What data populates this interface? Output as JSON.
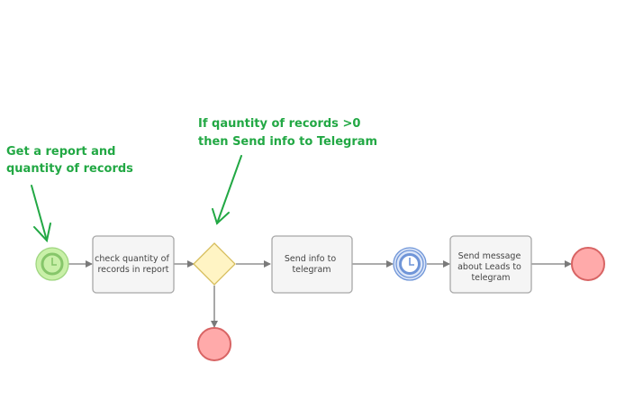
{
  "annotations": {
    "start_note": {
      "line1": "Get a report and",
      "line2": "quantity of records"
    },
    "gateway_note": {
      "line1": "If qauntity of records >0",
      "line2": "then Send info to Telegram"
    }
  },
  "tasks": [
    {
      "lines": [
        "check quantity of",
        "records in report"
      ]
    },
    {
      "lines": [
        "Send info to",
        "telegram"
      ]
    },
    {
      "lines": [
        "Send message",
        "about Leads to",
        "telegram"
      ]
    }
  ],
  "colors": {
    "annotation": "#22a844",
    "start_fill": "#c9f0a8",
    "timer_fill": "#dce6f8",
    "gateway_fill": "#fff4c4",
    "end_fill": "#ffaaaa"
  }
}
